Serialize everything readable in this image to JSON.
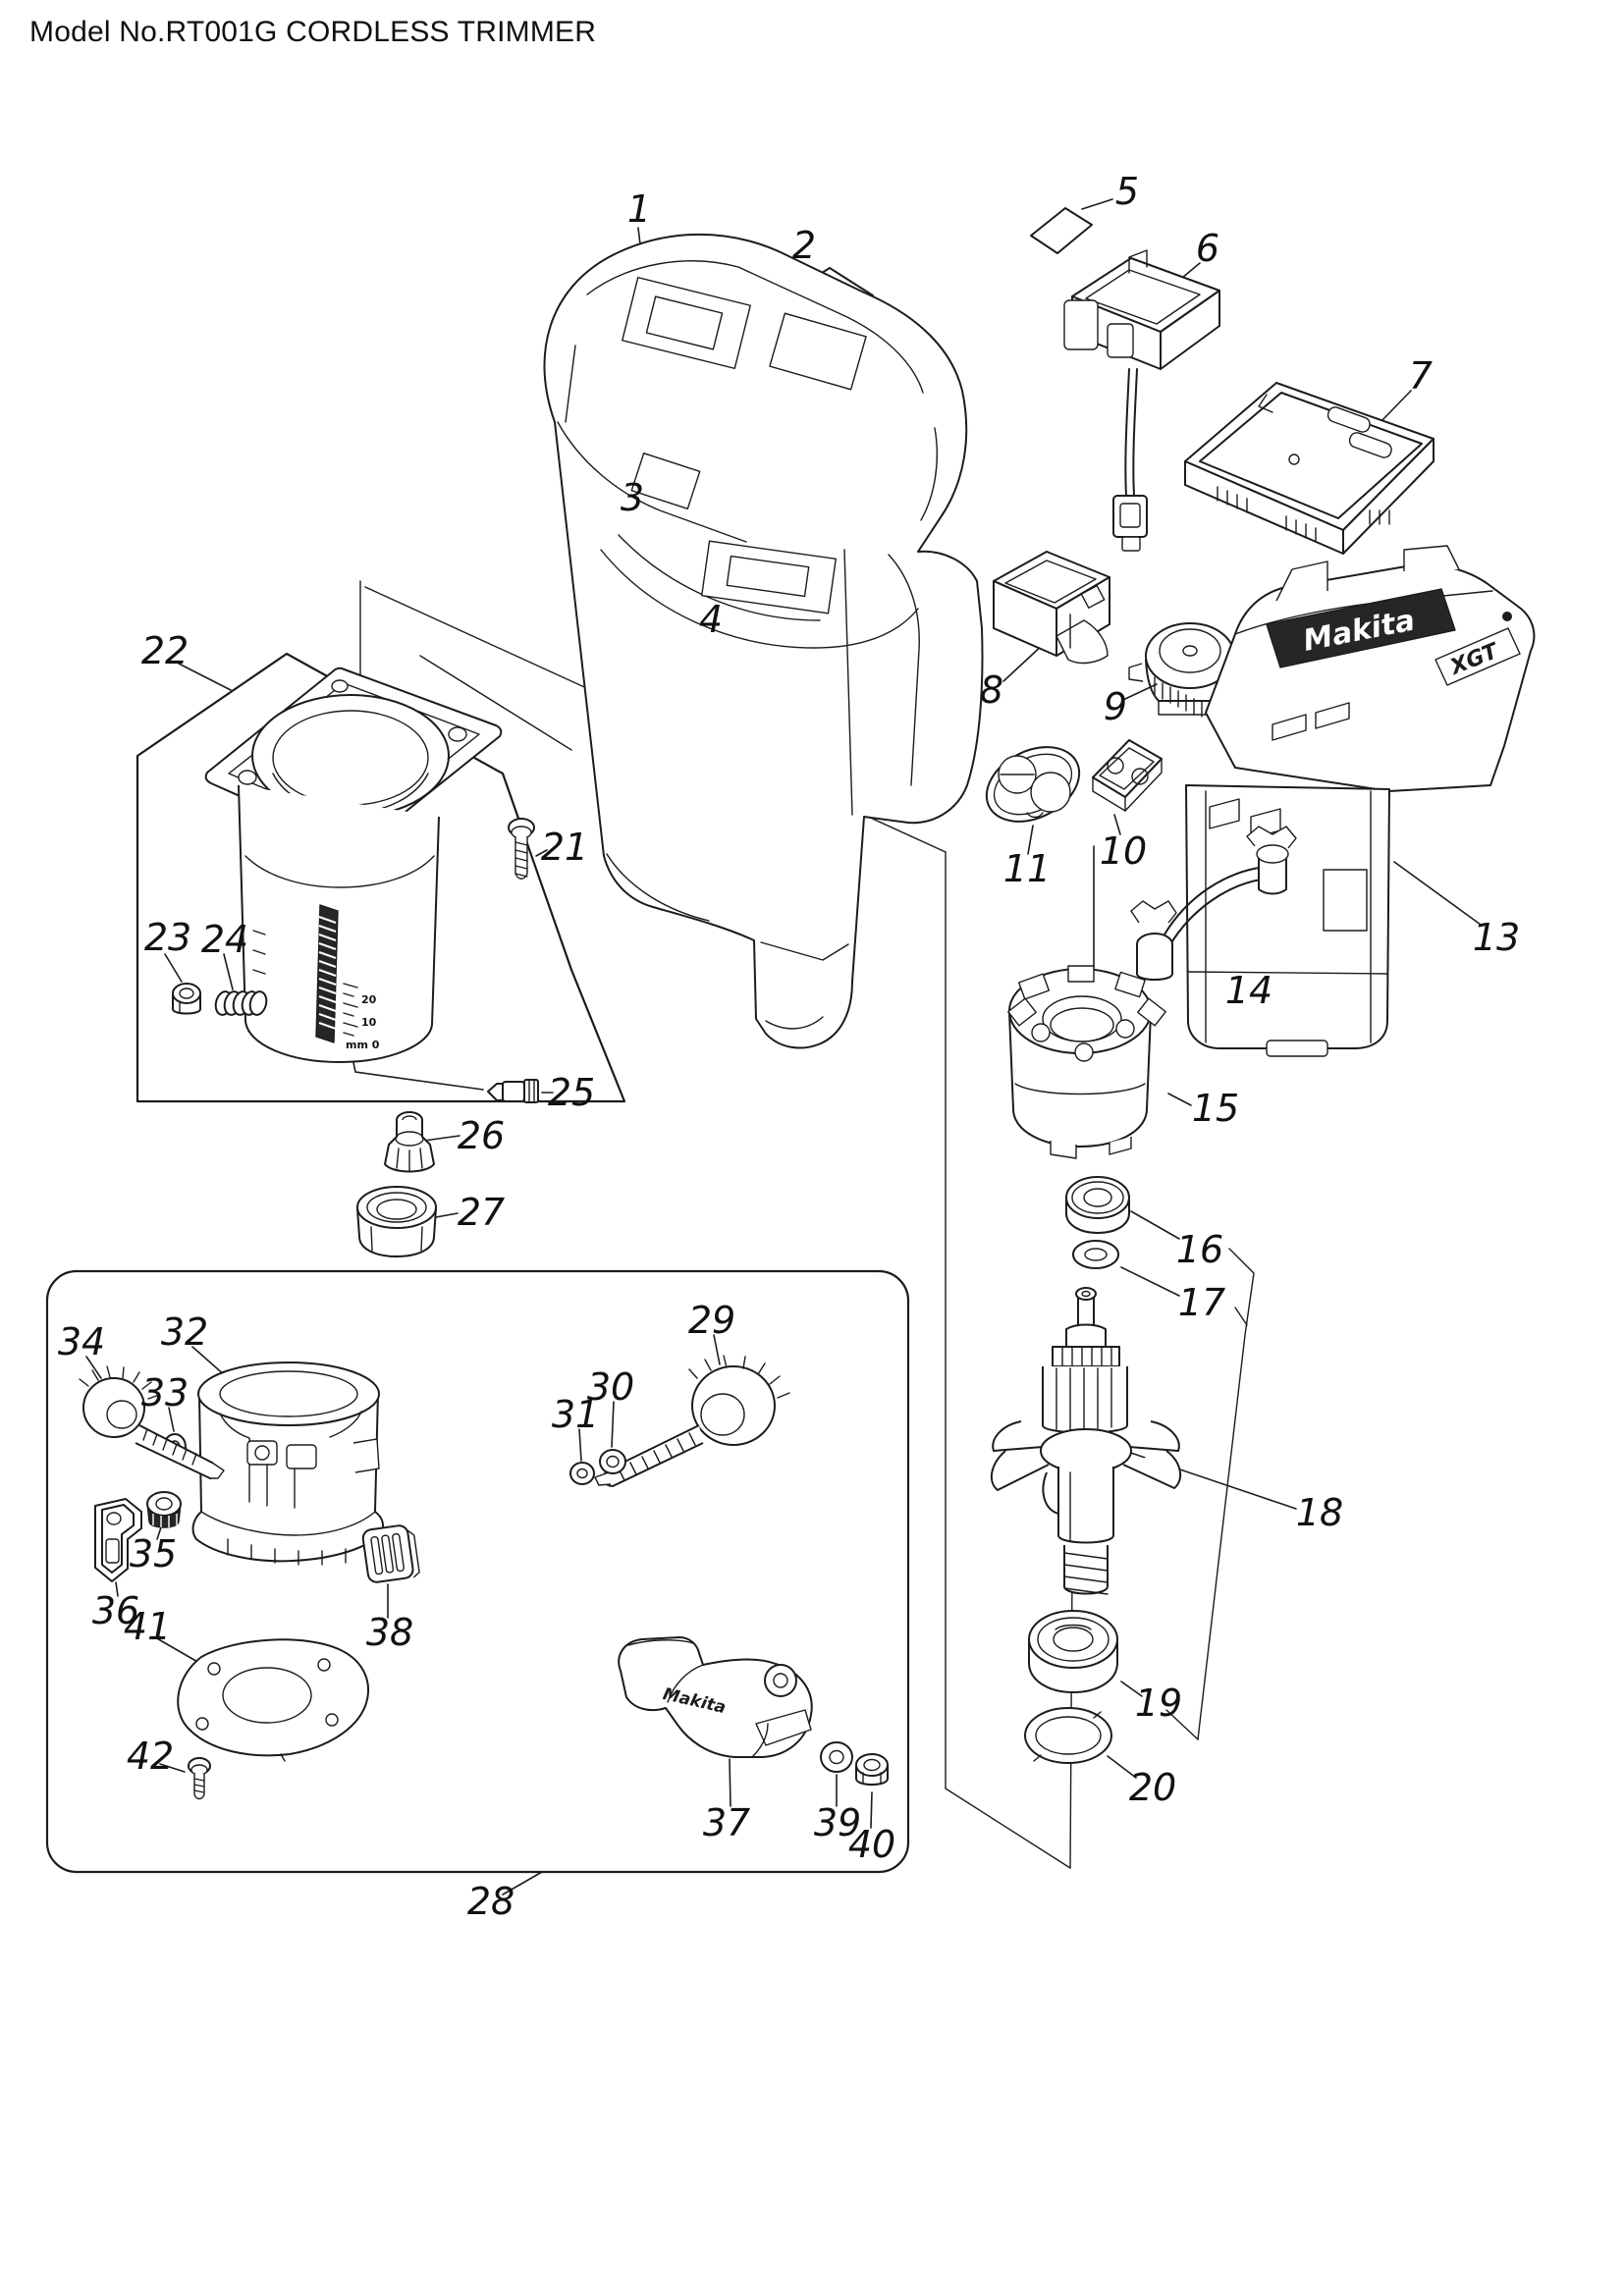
{
  "title": "Model No.RT001G CORDLESS TRIMMER",
  "colors": {
    "line": "#1c1c1c",
    "background": "#ffffff"
  },
  "labels": {
    "p1": "1",
    "p2": "2",
    "p3": "3",
    "p4": "4",
    "p5": "5",
    "p6": "6",
    "p7": "7",
    "p8": "8",
    "p9": "9",
    "p10": "10",
    "p11": "11",
    "p13": "13",
    "p14": "14",
    "p15": "15",
    "p16": "16",
    "p17": "17",
    "p18": "18",
    "p19": "19",
    "p20": "20",
    "p21": "21",
    "p22": "22",
    "p23": "23",
    "p24": "24",
    "p25": "25",
    "p26": "26",
    "p27": "27",
    "p28": "28",
    "p29": "29",
    "p30": "30",
    "p31": "31",
    "p32": "32",
    "p33": "33",
    "p34": "34",
    "p35": "35",
    "p36": "36",
    "p37": "37",
    "p38": "38",
    "p39": "39",
    "p40": "40",
    "p41": "41",
    "p42": "42"
  },
  "annotations": {
    "scale_20": "20",
    "scale_10": "10",
    "scale_mm0": "mm 0",
    "brand_motor": "Makita",
    "badge_motor": "XGT",
    "brand_lever": "Makita"
  }
}
